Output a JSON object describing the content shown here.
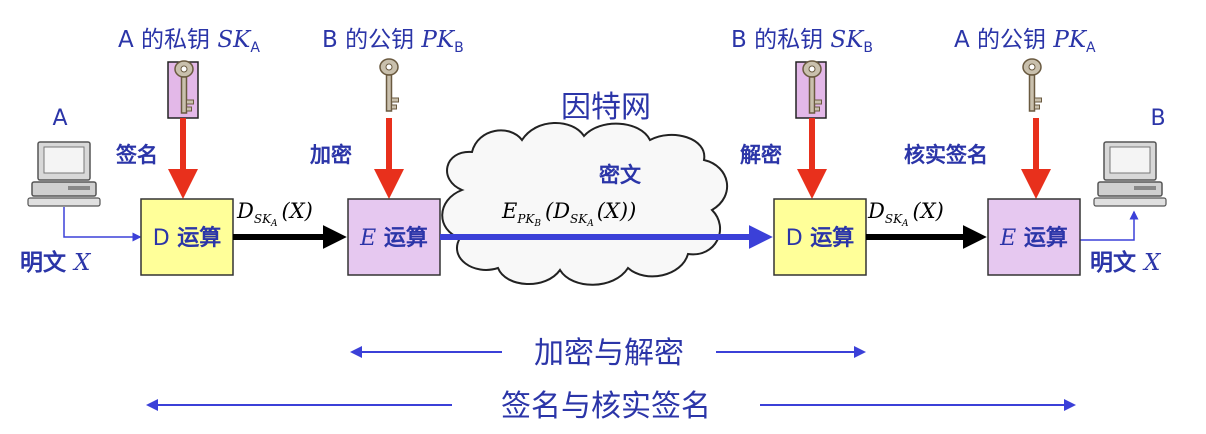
{
  "keys": {
    "a_private": {
      "owner": "A 的私钥 ",
      "sym": "SK",
      "sub": "A"
    },
    "b_public": {
      "owner": "B 的公钥 ",
      "sym": "PK",
      "sub": "B"
    },
    "b_private": {
      "owner": "B 的私钥 ",
      "sym": "SK",
      "sub": "B"
    },
    "a_public": {
      "owner": "A 的公钥 ",
      "sym": "PK",
      "sub": "A"
    }
  },
  "internet_label": "因特网",
  "ciphertext_label": "密文",
  "hosts": {
    "sender": "A",
    "receiver": "B"
  },
  "steps": {
    "sign": "签名",
    "encrypt": "加密",
    "decrypt": "解密",
    "verify": "核实签名"
  },
  "boxes": {
    "d1": {
      "letter": "D",
      "label": " 运算"
    },
    "e1": {
      "letter": "E",
      "label": " 运算"
    },
    "d2": {
      "letter": "D",
      "label": " 运算"
    },
    "e2": {
      "letter": "E",
      "label": " 运算"
    }
  },
  "plaintext": {
    "label": "明文 ",
    "var": "X"
  },
  "formulas": {
    "signed": {
      "D": "D",
      "sk": "SK",
      "sk_sub": "A",
      "arg": "(X)"
    },
    "cipher": {
      "E": "E",
      "pk": "PK",
      "pk_sub": "B",
      "open": "(D",
      "sk": "SK",
      "sk_sub": "A",
      "close": "(X))"
    }
  },
  "spans": {
    "encrypt_decrypt": "加密与解密",
    "sign_verify": "签名与核实签名"
  },
  "colors": {
    "box_yellow": "#ffff99",
    "box_pink": "#e6c8f0",
    "arrow_red": "#e8301c",
    "label_blue": "#2b35a8",
    "arrow_blue": "#3b40d8"
  }
}
